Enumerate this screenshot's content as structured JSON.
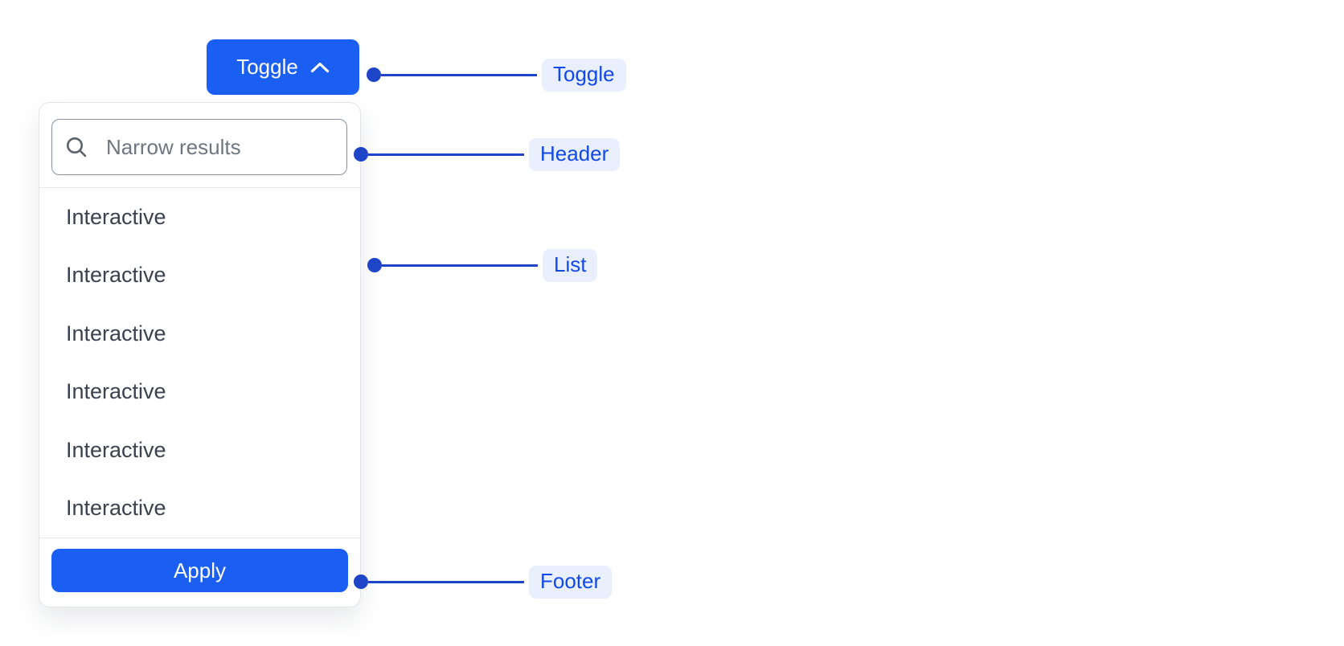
{
  "toggle": {
    "label": "Toggle",
    "icon": "chevron-up-icon"
  },
  "dropdown": {
    "search": {
      "placeholder": "Narrow results",
      "icon": "search-icon",
      "value": ""
    },
    "items": [
      "Interactive",
      "Interactive",
      "Interactive",
      "Interactive",
      "Interactive",
      "Interactive"
    ],
    "apply_label": "Apply"
  },
  "annotations": [
    {
      "id": "toggle",
      "label": "Toggle"
    },
    {
      "id": "header",
      "label": "Header"
    },
    {
      "id": "list",
      "label": "List"
    },
    {
      "id": "footer",
      "label": "Footer"
    }
  ],
  "colors": {
    "accent": "#1b5ef2",
    "line": "#1e45c8",
    "label-text": "#1149e8",
    "label-bg": "#e9effd",
    "list-text": "#3a4150",
    "placeholder": "#6e7680",
    "input-border": "#8b919c",
    "panel-border": "#e4e5e9",
    "divider": "#e9eaed"
  }
}
